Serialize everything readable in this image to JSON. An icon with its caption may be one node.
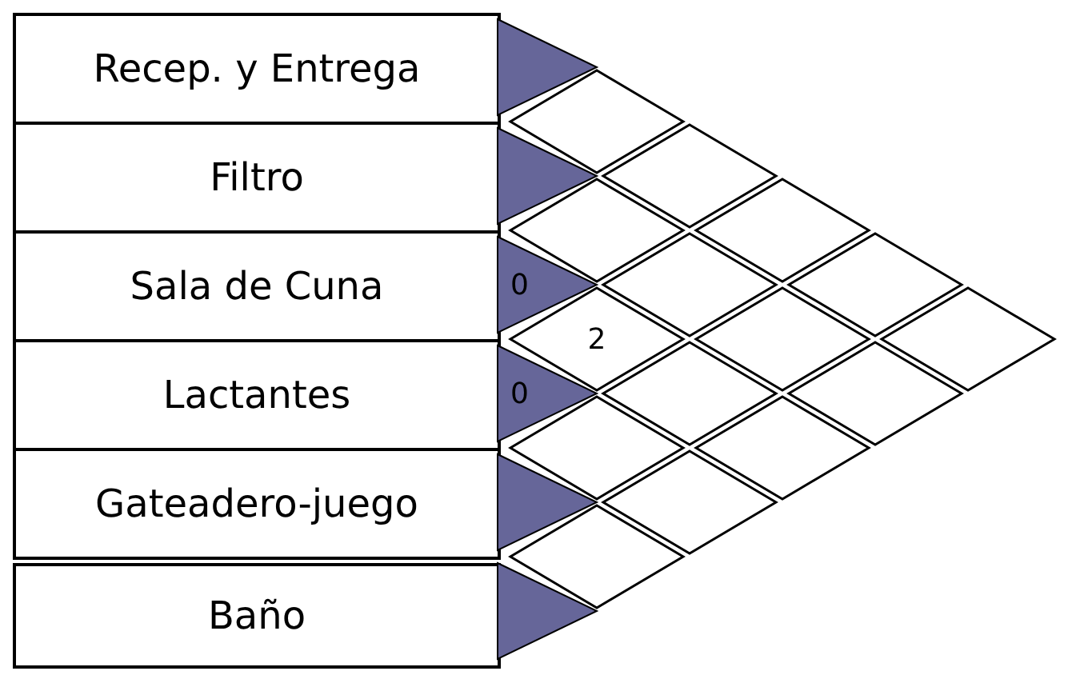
{
  "diagram": {
    "nodes": [
      {
        "text": [
          "Recep. y Entrega"
        ]
      },
      {
        "text": [
          "Filtro"
        ]
      },
      {
        "text": [
          "Sala de Cuna"
        ]
      },
      {
        "text": [
          "Lactantes"
        ]
      },
      {
        "text": [
          "Gateadero-juego"
        ]
      },
      {
        "text": [
          "Baño"
        ]
      },
      {
        "text": [],
        "shape": "triangle"
      },
      {
        "text": [],
        "shape": "triangle"
      },
      {
        "text": [
          "0"
        ]
      },
      {
        "text": [
          "0"
        ]
      },
      {
        "text": [],
        "shape": "triangle"
      },
      {
        "text": [],
        "shape": "triangle"
      },
      {
        "text": [],
        "shape": "diamond"
      },
      {
        "text": [],
        "shape": "diamond"
      },
      {
        "text": [
          "2"
        ]
      },
      {
        "text": [],
        "shape": "diamond"
      },
      {
        "text": [],
        "shape": "diamond"
      },
      {
        "text": [],
        "shape": "diamond"
      },
      {
        "text": [],
        "shape": "diamond"
      },
      {
        "text": [],
        "shape": "diamond"
      },
      {
        "text": [],
        "shape": "diamond"
      },
      {
        "text": [],
        "shape": "diamond"
      },
      {
        "text": [],
        "shape": "diamond"
      },
      {
        "text": [],
        "shape": "diamond"
      },
      {
        "text": [],
        "shape": "diamond"
      },
      {
        "text": [],
        "shape": "diamond"
      },
      {
        "text": [],
        "shape": "diamond"
      }
    ]
  }
}
